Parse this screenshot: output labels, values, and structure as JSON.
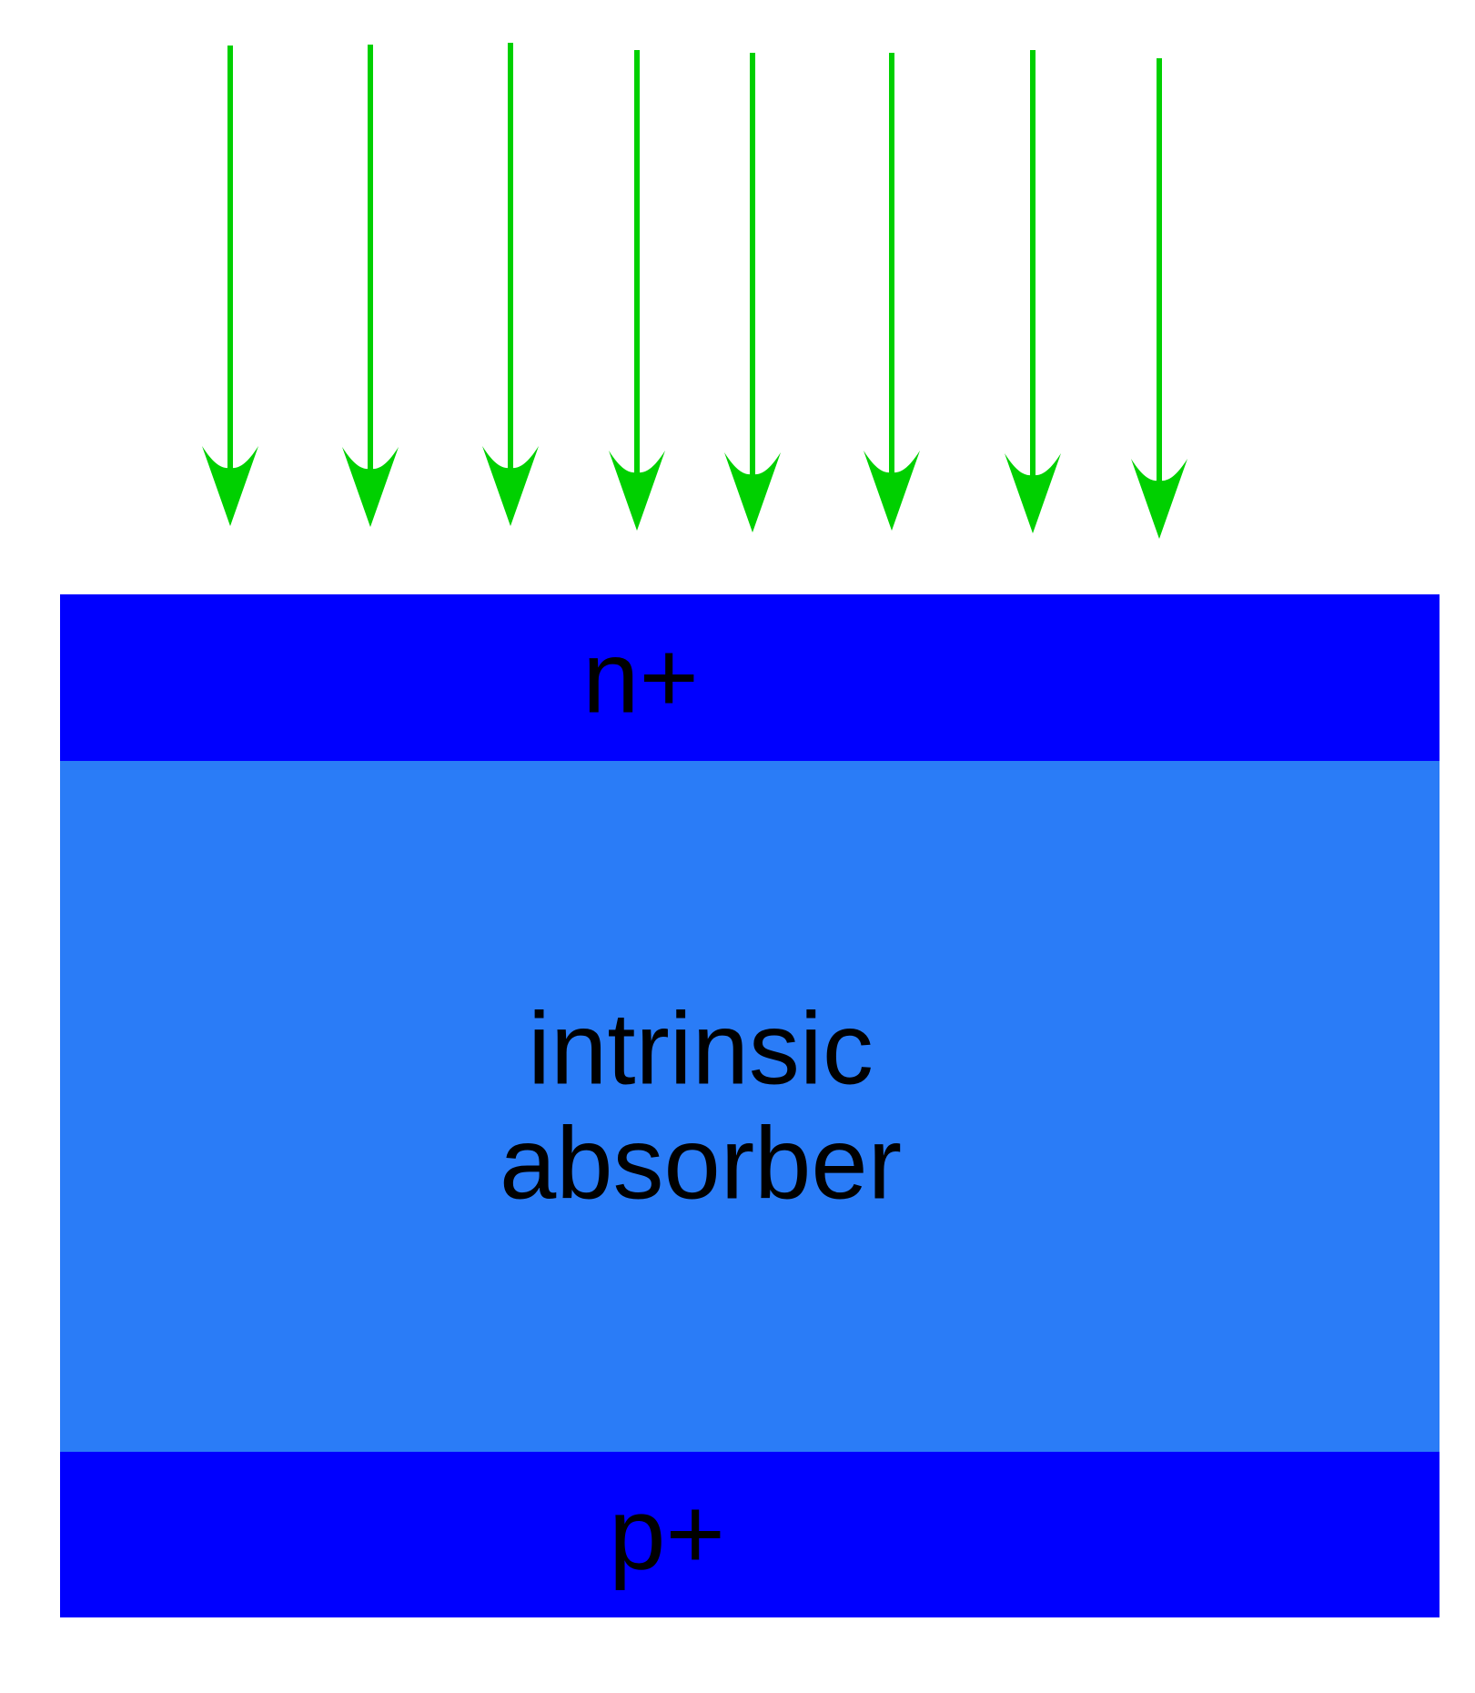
{
  "diagram": {
    "kind": "pin-photodiode-cross-section",
    "background_color": "#ffffff",
    "incident_light": {
      "arrow_count": 8,
      "color": "#00D000",
      "shaft_width": 6,
      "xs": [
        253,
        407,
        561,
        700,
        827,
        980,
        1135,
        1274
      ],
      "y_tops": [
        50,
        49,
        47,
        55,
        58,
        58,
        55,
        64
      ],
      "y_tips": [
        578,
        579,
        578,
        583,
        585,
        583,
        586,
        592
      ],
      "head_height": 88,
      "head_half_width": 31
    },
    "layers": [
      {
        "id": "n-plus",
        "label": "n+",
        "fill": "#0000FF",
        "text_color": "#000000"
      },
      {
        "id": "intrinsic-absorber",
        "label": "intrinsic absorber",
        "label_line1": "intrinsic",
        "label_line2": "absorber",
        "fill": "#2A7CF7",
        "text_color": "#000000"
      },
      {
        "id": "p-plus",
        "label": "p+",
        "fill": "#0000FF",
        "text_color": "#000000"
      }
    ]
  }
}
